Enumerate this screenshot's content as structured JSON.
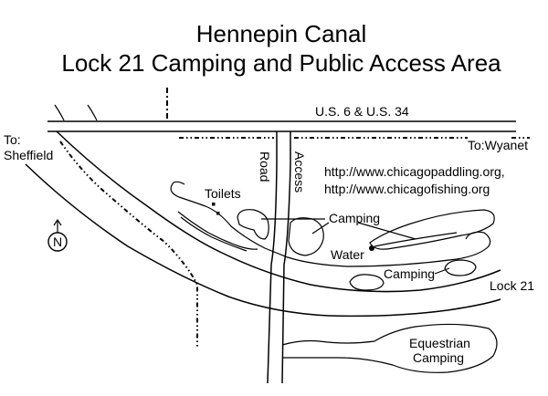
{
  "title": {
    "line1": "Hennepin Canal",
    "line2": "Lock 21 Camping and Public Access Area"
  },
  "labels": {
    "highway": "U.S. 6 & U.S. 34",
    "to_west_1": "To:",
    "to_west_2": "Sheffield",
    "to_east": "To:Wyanet",
    "road_1": "Road",
    "road_2": "Access",
    "url_1": "http://www.chicagopaddling.org,",
    "url_2": "http://www.chicagofishing.org",
    "toilets": "Toilets",
    "camping_1": "Camping",
    "water": "Water",
    "camping_2": "Camping",
    "lock": "Lock 21",
    "equestrian_1": "Equestrian",
    "equestrian_2": "Camping",
    "north": "N"
  },
  "colors": {
    "ink": "#000000",
    "background": "#ffffff"
  },
  "icons": {
    "north_arrow": "north-arrow-icon"
  }
}
